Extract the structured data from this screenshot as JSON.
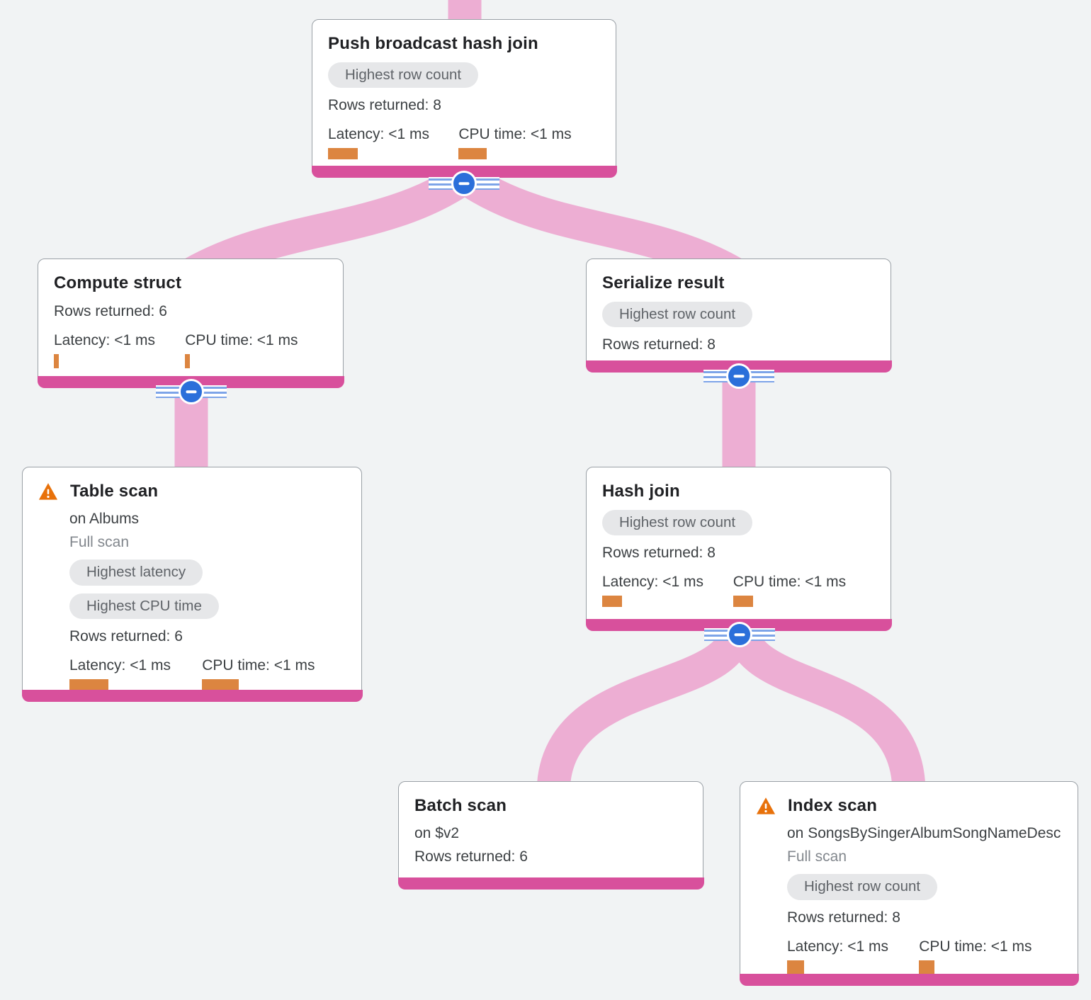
{
  "diagram": {
    "background_color": "#f1f3f4",
    "link_color": "#edaed3",
    "node_footer_color": "#d8509c",
    "metric_bar_color": "#dc8540",
    "warning_color": "#e8710a",
    "collapse_button_color": "#2b6fda",
    "collapse_button_glyph": "minus"
  },
  "nodes": [
    {
      "title": "Push broadcast hash join",
      "badges": [
        "Highest row count"
      ],
      "rows": "Rows returned: 8",
      "latency": "Latency: <1 ms",
      "cpu": "CPU time: <1 ms",
      "latency_bar": {
        "w": 42,
        "h": 16
      },
      "cpu_bar": {
        "w": 40,
        "h": 16
      }
    },
    {
      "title": "Compute struct",
      "badges": [],
      "rows": "Rows returned: 6",
      "latency": "Latency: <1 ms",
      "cpu": "CPU time: <1 ms",
      "latency_bar": {
        "w": 7,
        "h": 20
      },
      "cpu_bar": {
        "w": 7,
        "h": 20
      }
    },
    {
      "title": "Serialize result",
      "badges": [
        "Highest row count"
      ],
      "rows": "Rows returned: 8"
    },
    {
      "title": "Table scan",
      "warning": true,
      "subtitle": "on Albums",
      "scan_type": "Full scan",
      "badges": [
        "Highest latency",
        "Highest CPU time"
      ],
      "rows": "Rows returned: 6",
      "latency": "Latency: <1 ms",
      "cpu": "CPU time: <1 ms",
      "latency_bar": {
        "w": 55,
        "h": 16
      },
      "cpu_bar": {
        "w": 52,
        "h": 16
      }
    },
    {
      "title": "Hash join",
      "badges": [
        "Highest row count"
      ],
      "rows": "Rows returned: 8",
      "latency": "Latency: <1 ms",
      "cpu": "CPU time: <1 ms",
      "latency_bar": {
        "w": 28,
        "h": 16
      },
      "cpu_bar": {
        "w": 28,
        "h": 16
      }
    },
    {
      "title": "Batch scan",
      "badges": [],
      "subtitle": "on $v2",
      "rows": "Rows returned: 6"
    },
    {
      "title": "Index scan",
      "warning": true,
      "subtitle": "on SongsBySingerAlbumSongNameDesc",
      "scan_type": "Full scan",
      "badges": [
        "Highest row count"
      ],
      "rows": "Rows returned: 8",
      "latency": "Latency: <1 ms",
      "cpu": "CPU time: <1 ms",
      "latency_bar": {
        "w": 24,
        "h": 20
      },
      "cpu_bar": {
        "w": 22,
        "h": 20
      }
    }
  ],
  "edges": [
    {
      "from": "Push broadcast hash join",
      "to": "Compute struct"
    },
    {
      "from": "Push broadcast hash join",
      "to": "Serialize result"
    },
    {
      "from": "Compute struct",
      "to": "Table scan"
    },
    {
      "from": "Serialize result",
      "to": "Hash join"
    },
    {
      "from": "Hash join",
      "to": "Batch scan"
    },
    {
      "from": "Hash join",
      "to": "Index scan"
    }
  ]
}
